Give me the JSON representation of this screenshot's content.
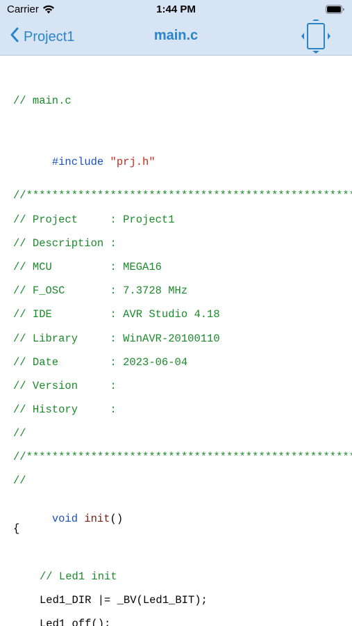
{
  "status_bar": {
    "carrier": "Carrier",
    "time": "1:44 PM"
  },
  "nav": {
    "back_label": "Project1",
    "title": "main.c",
    "accent_color": "#2a84c8",
    "background_color": "#d6e4f4"
  },
  "code": {
    "colors": {
      "comment": "#1b8a2a",
      "keyword": "#1a4fc4",
      "string": "#c2281c",
      "function": "#7a1e12",
      "plain": "#000000"
    },
    "lines": [
      {
        "text": "// main.c",
        "kind": "comment",
        "indent": 0
      },
      {
        "text": "#include",
        "kind": "keyword",
        "indent": 0,
        "extra": " \"prj.h\""
      },
      {
        "text": "//*****************************************************",
        "kind": "comment",
        "indent": 0
      },
      {
        "text": "// Project     : Project1",
        "kind": "comment",
        "indent": 0
      },
      {
        "text": "// Description :",
        "kind": "comment",
        "indent": 0
      },
      {
        "text": "// MCU         : MEGA16",
        "kind": "comment",
        "indent": 0
      },
      {
        "text": "// F_OSC       : 7.3728 MHz",
        "kind": "comment",
        "indent": 0
      },
      {
        "text": "// IDE         : AVR Studio 4.18",
        "kind": "comment",
        "indent": 0
      },
      {
        "text": "// Library     : WinAVR-20100110",
        "kind": "comment",
        "indent": 0
      },
      {
        "text": "// Date        : 2023-06-04",
        "kind": "comment",
        "indent": 0
      },
      {
        "text": "// Version     :",
        "kind": "comment",
        "indent": 0
      },
      {
        "text": "// History     :",
        "kind": "comment",
        "indent": 0
      },
      {
        "text": "//",
        "kind": "comment",
        "indent": 0
      },
      {
        "text": "//*****************************************************",
        "kind": "comment",
        "indent": 0
      },
      {
        "text": "//",
        "kind": "comment",
        "indent": 0
      },
      {
        "text": "void",
        "kind": "keyword",
        "indent": 0,
        "func": " init",
        "rest": "()"
      },
      {
        "text": "{",
        "kind": "plain",
        "indent": 0
      },
      {
        "text": "// Led1 init",
        "kind": "comment",
        "indent": 1
      },
      {
        "text": "Led1_DIR |= _BV(Led1_BIT);",
        "kind": "plain",
        "indent": 1
      },
      {
        "text": "Led1_off();",
        "kind": "plain",
        "indent": 1
      }
    ]
  }
}
